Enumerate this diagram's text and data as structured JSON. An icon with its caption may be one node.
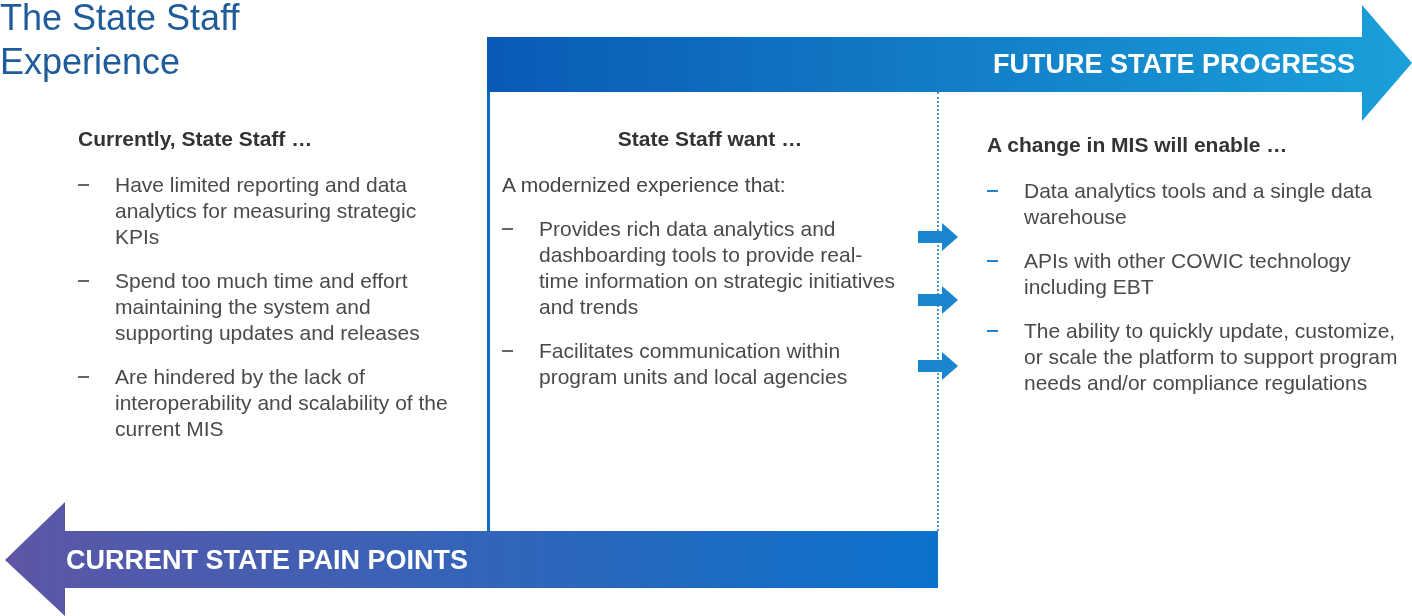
{
  "diagram": {
    "title": "The State Staff Experience",
    "nodes": [
      {
        "text": [
          "FUTURE STATE PROGRESS"
        ]
      },
      {
        "text": [
          "Currently, State Staff …",
          "Have limited reporting and data analytics for measuring strategic KPIs",
          "Spend too much time and effort maintaining the system and supporting updates and releases",
          "Are hindered by the lack of interoperability and scalability of the current MIS"
        ]
      },
      {
        "text": [
          "State Staff want …",
          "A modernized experience that:",
          "Provides rich data analytics and dashboarding tools to provide real-time information on strategic initiatives and trends",
          "Facilitates communication within program units and local agencies"
        ]
      },
      {
        "text": [
          "A change in MIS will enable …",
          "Data analytics tools and a single data warehouse",
          "APIs with other COWIC technology including EBT",
          "The ability to quickly update, customize, or scale the platform to support program needs and/or compliance regulations"
        ]
      },
      {
        "text": [
          "CURRENT STATE PAIN POINTS"
        ]
      }
    ],
    "edges": [
      {
        "from": 2,
        "to": 3,
        "arrow": "to"
      },
      {
        "from": 2,
        "to": 3,
        "arrow": "to"
      },
      {
        "from": 2,
        "to": 3,
        "arrow": "to"
      }
    ]
  }
}
